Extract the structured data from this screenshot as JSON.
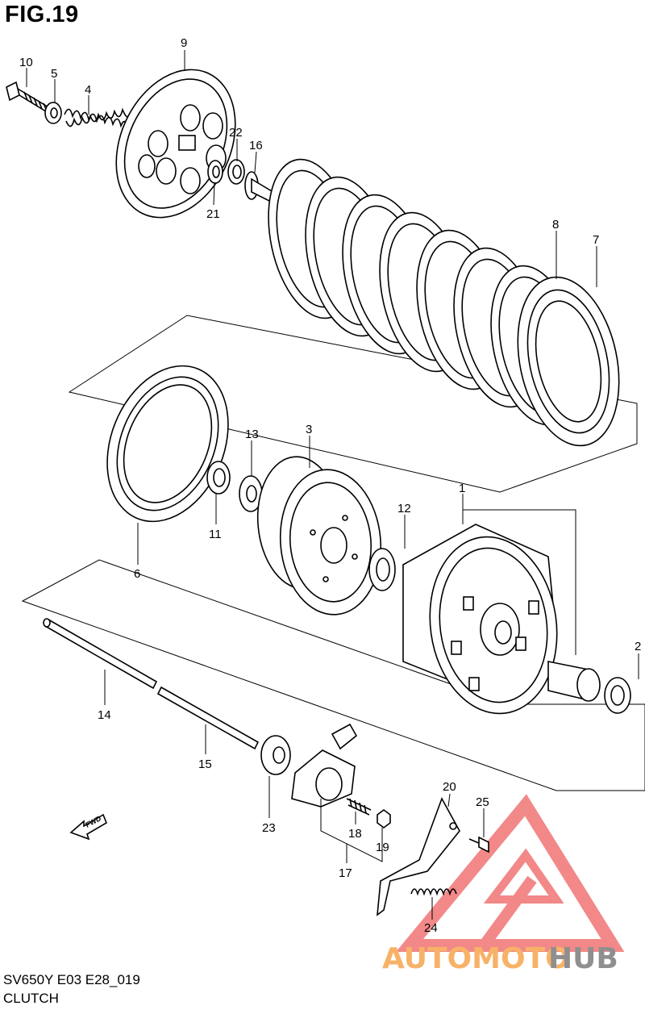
{
  "figure": {
    "title": "FIG.19"
  },
  "footer": {
    "model_code": "SV650Y E03 E28_019",
    "section": "CLUTCH"
  },
  "fwd_arrow": {
    "label": "FWD"
  },
  "watermark": {
    "text_a": "AUTOMOTO",
    "text_b": "HUB",
    "color_a": "#f7b267",
    "color_b": "#8f8f8f",
    "logo_color": "#ef6b6b"
  },
  "callouts": [
    "10",
    "5",
    "4",
    "9",
    "22",
    "16",
    "21",
    "8",
    "7",
    "13",
    "3",
    "11",
    "6",
    "12",
    "1",
    "2",
    "14",
    "15",
    "23",
    "20",
    "25",
    "18",
    "19",
    "17",
    "24"
  ]
}
